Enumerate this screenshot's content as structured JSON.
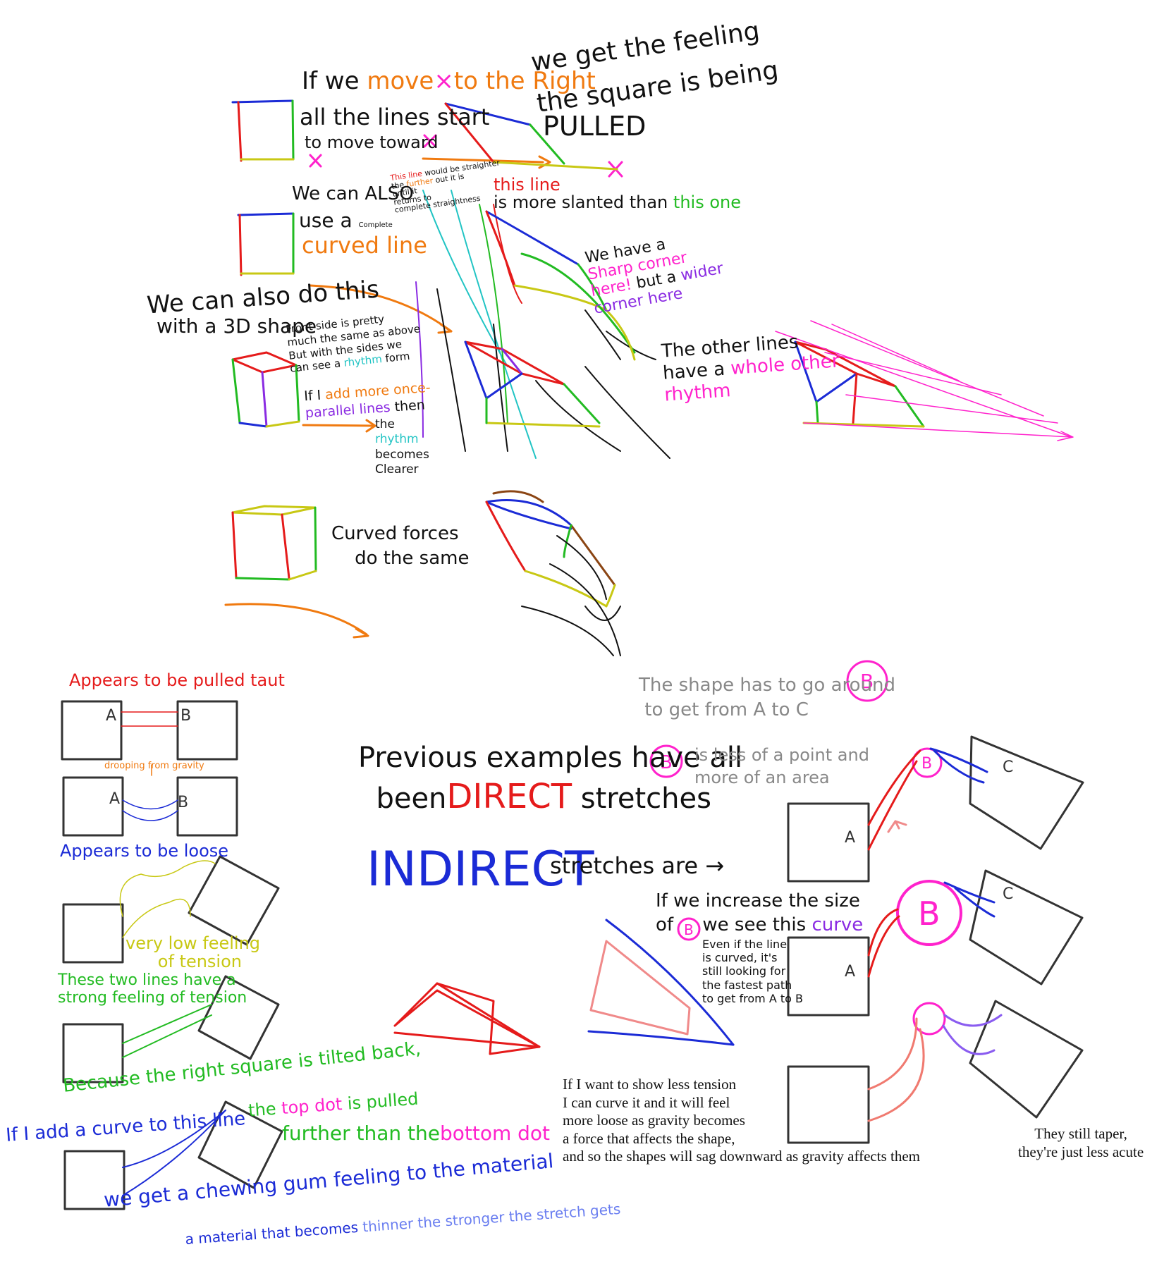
{
  "colors": {
    "black": "#111111",
    "red": "#e51b1b",
    "green": "#22bb22",
    "blue": "#1b2bd6",
    "orange": "#f07a10",
    "magenta": "#ff22cc",
    "purple": "#8a2be2",
    "cyan": "#22c4c4",
    "yellow": "#c8c814",
    "gray": "#888888",
    "pink": "#f08a8a"
  },
  "top": {
    "move_right": {
      "l1a": "If we",
      "l1b": "move",
      "l1c": "×",
      "l1d": "to the Right",
      "l2": "all the lines start",
      "l3": "to move toward"
    },
    "feeling": {
      "l1": "we get the feeling",
      "l2": "the square is being",
      "l3": "PULLED"
    },
    "straighter": {
      "a": "This line",
      "b": "would be straighter",
      "c": "the",
      "d": "further",
      "e": "out it is",
      "f": "until it",
      "g": "returns to",
      "h": "complete straightness"
    },
    "also": {
      "l1": "We can ALSO",
      "l2": "use a",
      "l2b": "Complete",
      "l3": "curved line"
    },
    "slanted": {
      "a": "this line",
      "b": "is more slanted than",
      "c": "this one"
    },
    "corner": {
      "l1": "We have a",
      "l2": "Sharp corner",
      "l3a": "here!",
      "l3b": "but a",
      "l3c": "wider",
      "l4": "corner here"
    },
    "threed": {
      "l1": "We can also do this",
      "l2": "with a 3D shape"
    },
    "front": {
      "l1": "Front side is pretty",
      "l2": "much the same as above",
      "l3": "But with the sides we",
      "l4a": "can see a",
      "l4b": "rhythm",
      "l4c": "form",
      "l5a": "If I",
      "l5b": "add more once-",
      "l6a": "parallel lines",
      "l6b": "then",
      "l7": "the",
      "l8": "rhythm",
      "l9": "becomes",
      "l10": "Clearer"
    },
    "other": {
      "l1": "The other lines",
      "l2a": "have a",
      "l2b": "whole other",
      "l3": "rhythm"
    },
    "curved_forces": {
      "l1": "Curved forces",
      "l2": "do the same"
    }
  },
  "left": {
    "taut": "Appears to be pulled taut",
    "drooping": "drooping from gravity",
    "loose": "Appears to be loose",
    "low_tension": {
      "l1": "very low feeling",
      "l2": "of tension"
    },
    "strong": {
      "l1": "These two lines have a",
      "l2": "strong feeling of tension"
    },
    "because": {
      "l1": "Because the right square is tilted back,",
      "l2a": "the",
      "l2b": "top dot",
      "l2c": "is pulled",
      "l3a": "further than the",
      "l3b": "bottom dot"
    },
    "curve": {
      "a": "If I add a curve to",
      "b": "this line"
    },
    "gum": "we get a chewing gum feeling to the material",
    "material": {
      "a": "a material that becomes",
      "b": "thinner the stronger the stretch gets"
    },
    "label_a": "A",
    "label_b": "B"
  },
  "right": {
    "previous": {
      "l1": "Previous examples have all",
      "l2a": "been",
      "l2b": "DIRECT",
      "l2c": "stretches"
    },
    "indirect": {
      "a": "INDIRECT",
      "b": "stretches are →"
    },
    "around": {
      "l1": "The shape has to go around",
      "l2": "to get from A to C",
      "l3": "is less of a point and",
      "l4": "more of an area"
    },
    "increase": {
      "l1": "If we increase the size",
      "l2a": "of",
      "l2b": "we see this",
      "l2c": "curve"
    },
    "even": {
      "l1": "Even if the line",
      "l2": "is curved, it's",
      "l3": "still looking for",
      "l4": "the fastest path",
      "l5": "to get from A to B"
    },
    "less_tension": [
      "If I want to show less tension",
      "I can curve it and it will feel",
      "more loose as gravity becomes",
      "a force that affects the shape,",
      "and so the shapes will sag downward as gravity affects them"
    ],
    "taper": [
      "They still taper,",
      "they're just less acute"
    ],
    "label_a": "A",
    "label_b": "B",
    "label_c": "C"
  }
}
